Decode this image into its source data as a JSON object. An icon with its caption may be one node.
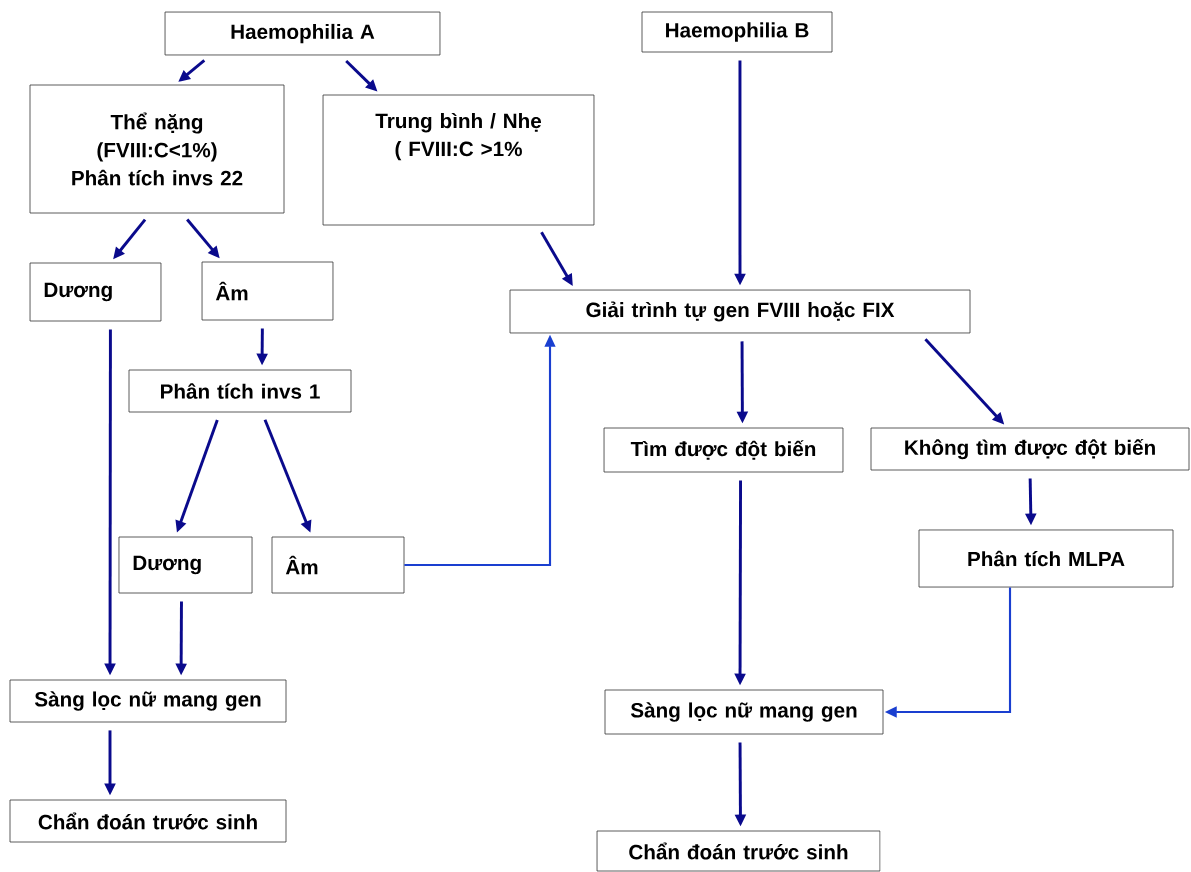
{
  "diagram": {
    "nodes": [
      {
        "text": [
          "Haemophilia A"
        ]
      },
      {
        "text": [
          "Thể nặng",
          "(FVIII:C<1%)",
          "Phân tích invs 22"
        ]
      },
      {
        "text": [
          "Trung bình / Nhẹ",
          "( FVIII:C >1%"
        ]
      },
      {
        "text": [
          "Haemophilia B"
        ]
      },
      {
        "text": [
          "Dương"
        ]
      },
      {
        "text": [
          "Âm"
        ]
      },
      {
        "text": [
          "Giải trình tự gen FVIII hoặc FIX"
        ]
      },
      {
        "text": [
          "Phân tích invs 1"
        ]
      },
      {
        "text": [
          "Tìm được đột biến"
        ]
      },
      {
        "text": [
          "Không tìm được đột biến"
        ]
      },
      {
        "text": [
          "Dương"
        ]
      },
      {
        "text": [
          "Âm"
        ]
      },
      {
        "text": [
          "Phân tích MLPA"
        ]
      },
      {
        "text": [
          "Sàng lọc nữ mang gen"
        ]
      },
      {
        "text": [
          "Sàng lọc nữ mang gen"
        ]
      },
      {
        "text": [
          "Chẩn đoán trước sinh"
        ]
      },
      {
        "text": [
          "Chẩn đoán trước sinh"
        ]
      }
    ],
    "edges": [
      {
        "from": 0,
        "to": 1,
        "arrow": "to"
      },
      {
        "from": 0,
        "to": 2,
        "arrow": "to"
      },
      {
        "from": 1,
        "to": 4,
        "arrow": "to"
      },
      {
        "from": 1,
        "to": 5,
        "arrow": "to"
      },
      {
        "from": 5,
        "to": 7,
        "arrow": "to"
      },
      {
        "from": 7,
        "to": 10,
        "arrow": "to"
      },
      {
        "from": 7,
        "to": 11,
        "arrow": "to"
      },
      {
        "from": 11,
        "to": 6,
        "arrow": "to",
        "color": "#1a3fd0"
      },
      {
        "from": 4,
        "to": 13,
        "arrow": "to"
      },
      {
        "from": 10,
        "to": 13,
        "arrow": "to"
      },
      {
        "from": 13,
        "to": 15,
        "arrow": "to"
      },
      {
        "from": 2,
        "to": 6,
        "arrow": "to"
      },
      {
        "from": 3,
        "to": 6,
        "arrow": "to"
      },
      {
        "from": 6,
        "to": 8,
        "arrow": "to"
      },
      {
        "from": 6,
        "to": 9,
        "arrow": "to"
      },
      {
        "from": 9,
        "to": 12,
        "arrow": "to"
      },
      {
        "from": 8,
        "to": 14,
        "arrow": "to"
      },
      {
        "from": 12,
        "to": 14,
        "arrow": "to",
        "color": "#1a3fd0"
      },
      {
        "from": 14,
        "to": 16,
        "arrow": "to"
      }
    ]
  }
}
